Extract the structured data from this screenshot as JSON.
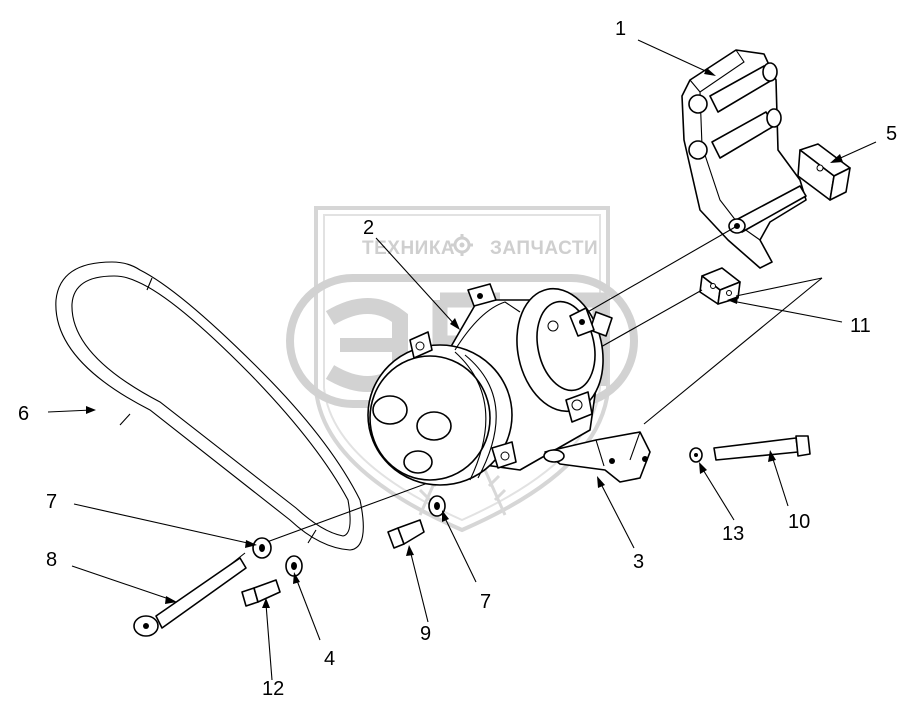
{
  "watermark": {
    "brand_left": "ТЕХНИКА",
    "brand_right": "ЗАПЧАСТИ",
    "color": "#cfcfcf"
  },
  "callouts": [
    {
      "id": "c1",
      "label": "1"
    },
    {
      "id": "c2",
      "label": "2"
    },
    {
      "id": "c3",
      "label": "3"
    },
    {
      "id": "c4",
      "label": "4"
    },
    {
      "id": "c5",
      "label": "5"
    },
    {
      "id": "c6",
      "label": "6"
    },
    {
      "id": "c7a",
      "label": "7"
    },
    {
      "id": "c7b",
      "label": "7"
    },
    {
      "id": "c8",
      "label": "8"
    },
    {
      "id": "c9",
      "label": "9"
    },
    {
      "id": "c10",
      "label": "10"
    },
    {
      "id": "c11",
      "label": "11"
    },
    {
      "id": "c12",
      "label": "12"
    },
    {
      "id": "c13",
      "label": "13"
    }
  ]
}
